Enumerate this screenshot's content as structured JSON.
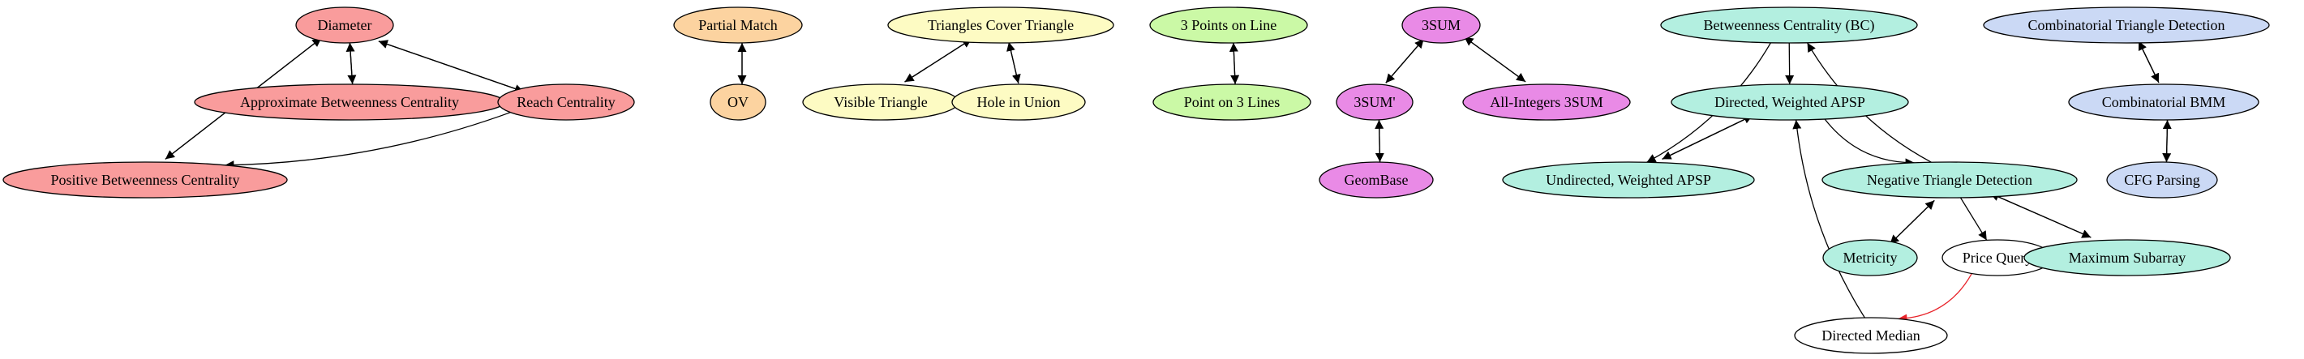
{
  "colors": {
    "red": "#f99c9c",
    "orange": "#fcd3a0",
    "yellow": "#fdfbc3",
    "green": "#cbf9a6",
    "magenta": "#e98ae6",
    "teal": "#b3efe0",
    "blue": "#cbd9f5",
    "white": "#ffffff",
    "stroke": "#000000",
    "highlight_edge": "#e8232a"
  },
  "diagram": {
    "nodes": [
      {
        "id": "diameter",
        "label": "Diameter",
        "color": "red"
      },
      {
        "id": "approx-bc",
        "label": "Approximate Betweenness Centrality",
        "color": "red"
      },
      {
        "id": "reach",
        "label": "Reach Centrality",
        "color": "red"
      },
      {
        "id": "pos-bc",
        "label": "Positive Betweenness Centrality",
        "color": "red"
      },
      {
        "id": "partial-match",
        "label": "Partial Match",
        "color": "orange"
      },
      {
        "id": "ov",
        "label": "OV",
        "color": "orange"
      },
      {
        "id": "tri-cover",
        "label": "Triangles Cover Triangle",
        "color": "yellow"
      },
      {
        "id": "visible-tri",
        "label": "Visible Triangle",
        "color": "yellow"
      },
      {
        "id": "hole-union",
        "label": "Hole in Union",
        "color": "yellow"
      },
      {
        "id": "three-points",
        "label": "3 Points on Line",
        "color": "green"
      },
      {
        "id": "point-three-lines",
        "label": "Point on 3 Lines",
        "color": "green"
      },
      {
        "id": "threesum",
        "label": "3SUM",
        "color": "magenta"
      },
      {
        "id": "threesum-prime",
        "label": "3SUM'",
        "color": "magenta"
      },
      {
        "id": "all-int-3sum",
        "label": "All-Integers 3SUM",
        "color": "magenta"
      },
      {
        "id": "geombase",
        "label": "GeomBase",
        "color": "magenta"
      },
      {
        "id": "bc",
        "label": "Betweenness Centrality (BC)",
        "color": "teal"
      },
      {
        "id": "dir-apsp",
        "label": "Directed, Weighted APSP",
        "color": "teal"
      },
      {
        "id": "undir-apsp",
        "label": "Undirected, Weighted APSP",
        "color": "teal"
      },
      {
        "id": "neg-tri",
        "label": "Negative Triangle Detection",
        "color": "teal"
      },
      {
        "id": "metricity",
        "label": "Metricity",
        "color": "teal"
      },
      {
        "id": "price-query",
        "label": "Price Query",
        "color": "white"
      },
      {
        "id": "max-subarray",
        "label": "Maximum Subarray",
        "color": "teal"
      },
      {
        "id": "dir-median",
        "label": "Directed Median",
        "color": "white"
      },
      {
        "id": "comb-tri",
        "label": "Combinatorial Triangle Detection",
        "color": "blue"
      },
      {
        "id": "comb-bmm",
        "label": "Combinatorial BMM",
        "color": "blue"
      },
      {
        "id": "cfg",
        "label": "CFG Parsing",
        "color": "blue"
      }
    ],
    "edges": [
      {
        "from": "diameter",
        "to": "approx-bc"
      },
      {
        "from": "approx-bc",
        "to": "diameter"
      },
      {
        "from": "diameter",
        "to": "reach"
      },
      {
        "from": "reach",
        "to": "diameter"
      },
      {
        "from": "diameter",
        "to": "pos-bc"
      },
      {
        "from": "pos-bc",
        "to": "diameter"
      },
      {
        "from": "reach",
        "to": "pos-bc"
      },
      {
        "from": "partial-match",
        "to": "ov"
      },
      {
        "from": "ov",
        "to": "partial-match"
      },
      {
        "from": "tri-cover",
        "to": "visible-tri"
      },
      {
        "from": "visible-tri",
        "to": "tri-cover"
      },
      {
        "from": "tri-cover",
        "to": "hole-union"
      },
      {
        "from": "hole-union",
        "to": "tri-cover"
      },
      {
        "from": "three-points",
        "to": "point-three-lines"
      },
      {
        "from": "point-three-lines",
        "to": "three-points"
      },
      {
        "from": "threesum",
        "to": "threesum-prime"
      },
      {
        "from": "threesum-prime",
        "to": "threesum"
      },
      {
        "from": "threesum",
        "to": "all-int-3sum"
      },
      {
        "from": "all-int-3sum",
        "to": "threesum"
      },
      {
        "from": "threesum-prime",
        "to": "geombase"
      },
      {
        "from": "geombase",
        "to": "threesum-prime"
      },
      {
        "from": "bc",
        "to": "dir-apsp"
      },
      {
        "from": "bc",
        "to": "undir-apsp"
      },
      {
        "from": "dir-apsp",
        "to": "undir-apsp"
      },
      {
        "from": "undir-apsp",
        "to": "dir-apsp"
      },
      {
        "from": "dir-apsp",
        "to": "neg-tri"
      },
      {
        "from": "neg-tri",
        "to": "bc"
      },
      {
        "from": "neg-tri",
        "to": "metricity"
      },
      {
        "from": "metricity",
        "to": "neg-tri"
      },
      {
        "from": "neg-tri",
        "to": "price-query"
      },
      {
        "from": "neg-tri",
        "to": "max-subarray"
      },
      {
        "from": "max-subarray",
        "to": "neg-tri"
      },
      {
        "from": "price-query",
        "to": "dir-median",
        "color": "highlight_edge"
      },
      {
        "from": "dir-median",
        "to": "dir-apsp"
      },
      {
        "from": "comb-tri",
        "to": "comb-bmm"
      },
      {
        "from": "comb-bmm",
        "to": "comb-tri"
      },
      {
        "from": "comb-bmm",
        "to": "cfg"
      },
      {
        "from": "cfg",
        "to": "comb-bmm"
      }
    ]
  }
}
